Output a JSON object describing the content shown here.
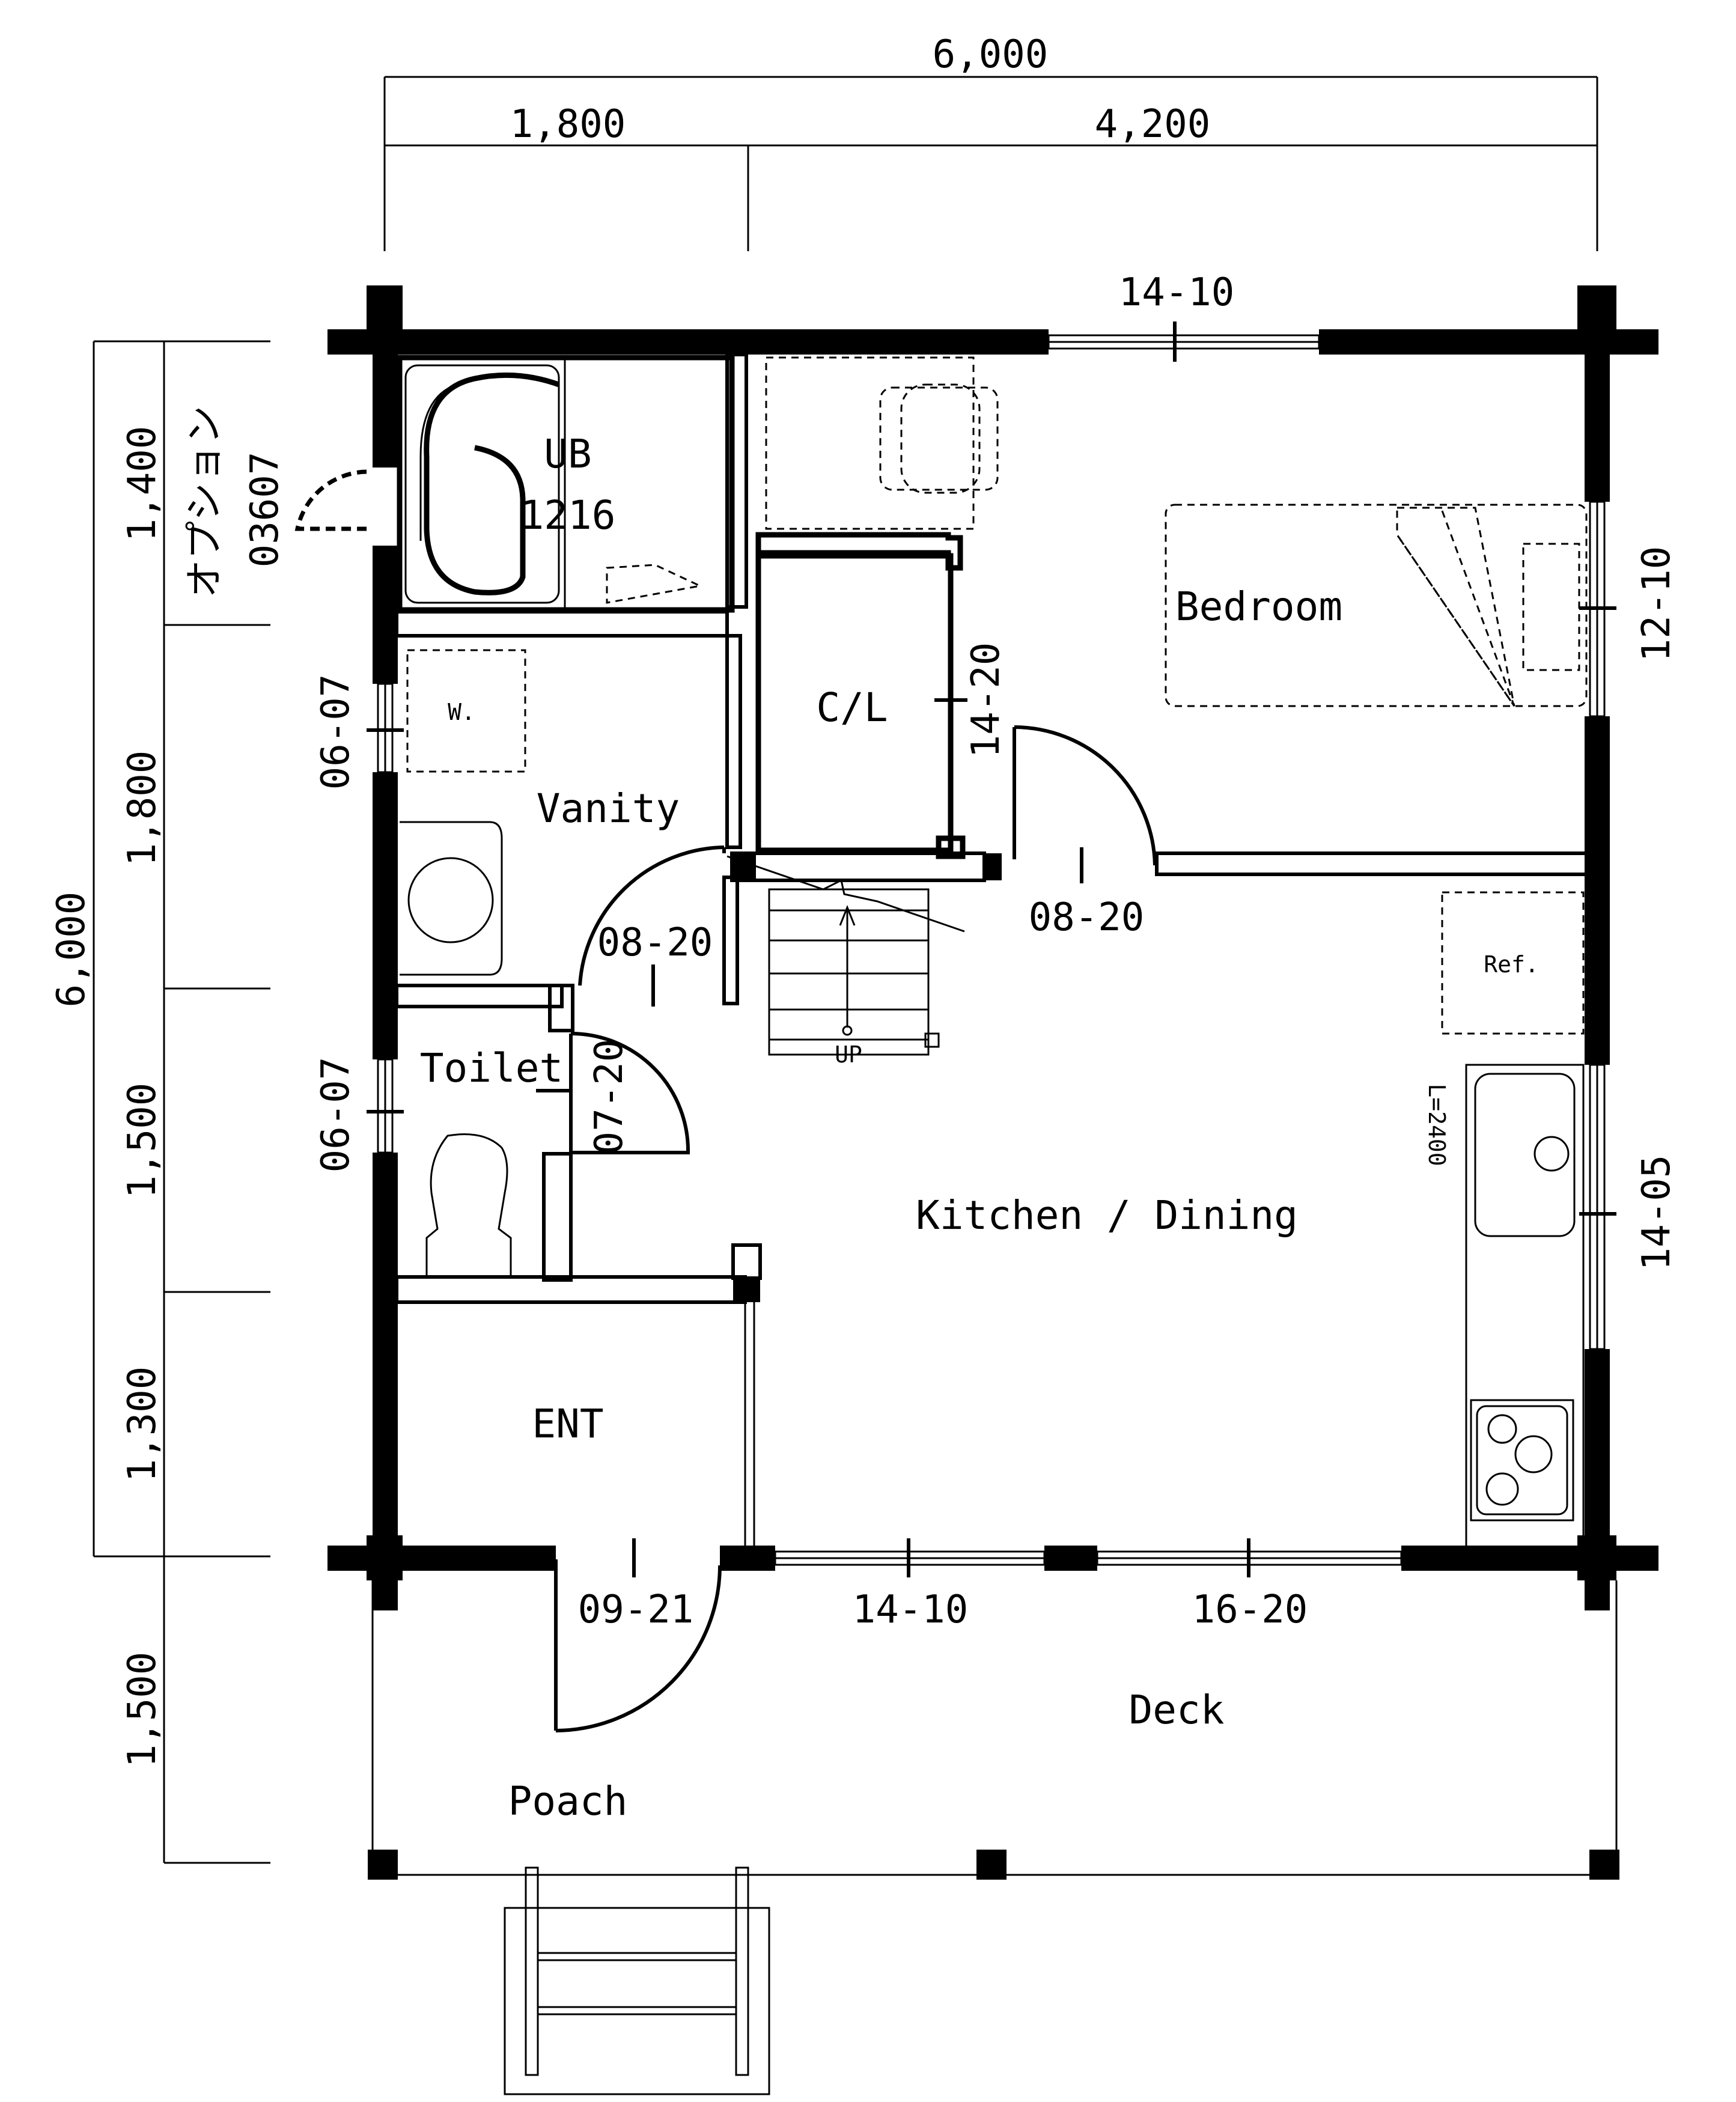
{
  "dimensions": {
    "total_width": "6,000",
    "width_left": "1,800",
    "width_right": "4,200",
    "total_depth": "6,000",
    "depth_1": "1,400",
    "depth_2": "1,800",
    "depth_3": "1,500",
    "depth_4": "1,300",
    "deck_depth": "1,500"
  },
  "rooms": {
    "ub": "UB",
    "ub_size": "1216",
    "option_label": "オプション",
    "option_code": "03607",
    "bedroom": "Bedroom",
    "closet": "C/L",
    "vanity": "Vanity",
    "washer": "W.",
    "toilet": "Toilet",
    "kitchen_dining": "Kitchen / Dining",
    "refrigerator": "Ref.",
    "counter_length": "L=2400",
    "entrance": "ENT",
    "deck": "Deck",
    "porch": "Poach",
    "stair_up": "UP"
  },
  "openings": {
    "top_window": "14-10",
    "right_window_bedroom": "12-10",
    "right_window_kitchen": "14-05",
    "closet_opening": "14-20",
    "vanity_window": "06-07",
    "toilet_window": "06-07",
    "vanity_door": "08-20",
    "bedroom_door": "08-20",
    "toilet_door": "07-20",
    "entrance_door": "09-21",
    "bottom_window_1": "14-10",
    "bottom_window_2": "16-20"
  }
}
